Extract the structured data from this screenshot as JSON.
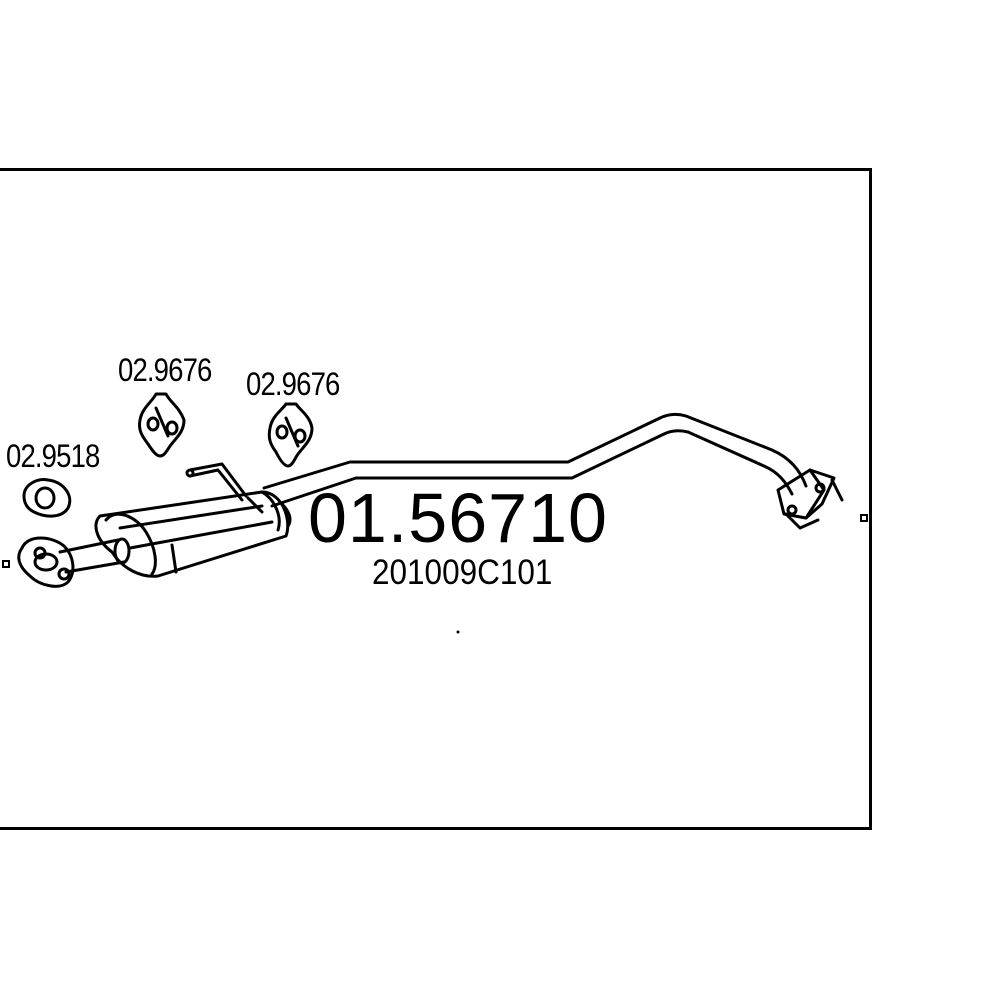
{
  "diagram": {
    "main_part_number": "01.56710",
    "oe_number": "201009C101",
    "accessories": [
      {
        "part_number": "02.9518",
        "kind": "gasket-ring"
      },
      {
        "part_number": "02.9676",
        "kind": "rubber-hanger"
      },
      {
        "part_number": "02.9676",
        "kind": "rubber-hanger"
      }
    ]
  }
}
